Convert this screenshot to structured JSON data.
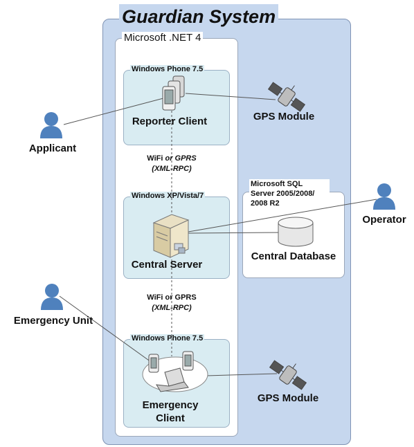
{
  "title": "Guardian System",
  "framework_label": "Microsoft .NET 4",
  "platforms": {
    "reporter": "Windows Phone 7.5",
    "server": "Windows XP/Vista/7",
    "emergency": "Windows Phone 7.5",
    "database": "Microsoft SQL Server 2005/2008/ 2008 R2"
  },
  "nodes": {
    "reporter_client": "Reporter Client",
    "central_server": "Central Server",
    "central_database": "Central Database",
    "emergency_client_line1": "Emergency",
    "emergency_client_line2": "Client",
    "gps_module_top": "GPS Module",
    "gps_module_bottom": "GPS Module"
  },
  "actors": {
    "applicant": "Applicant",
    "operator": "Operator",
    "emergency_unit": "Emergency Unit"
  },
  "connections": {
    "top": {
      "line1_a": "WiFi ",
      "line1_b": "or GPRS",
      "line2": "(XML-RPC)"
    },
    "bottom": {
      "line1": "WiFi or GPRS",
      "line2": "(XML-RPC)"
    }
  },
  "colors": {
    "system_background": "#c6d7ee",
    "platform_background": "#d9ecf2",
    "actor_blue": "#4f81bd"
  }
}
